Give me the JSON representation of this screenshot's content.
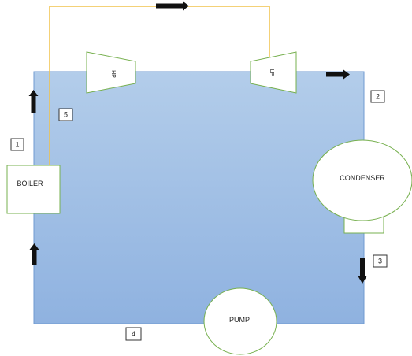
{
  "diagram": {
    "components": {
      "boiler": "BOILER",
      "condenser": "CONDENSER",
      "pump": "PUMP",
      "hp_turbine": "HP",
      "lp_turbine": "LP"
    },
    "state_points": [
      "1",
      "2",
      "3",
      "4",
      "5"
    ],
    "colors": {
      "loop_fill_top": "#b3cdea",
      "loop_fill_bottom": "#8fb2e0",
      "loop_border": "#6f9ad0",
      "component_border": "#77b04f",
      "steam_line": "#f0c24a",
      "arrow": "#111111"
    }
  }
}
